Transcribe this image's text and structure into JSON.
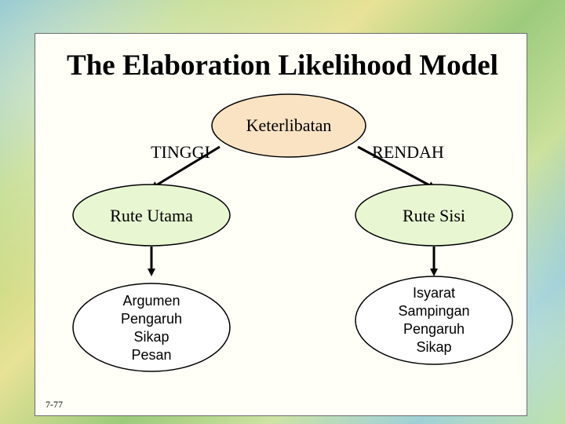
{
  "title": "The Elaboration Likelihood Model",
  "top_node": "Keterlibatan",
  "high_label": "TINGGI",
  "low_label": "RENDAH",
  "left_route": "Rute Utama",
  "right_route": "Rute Sisi",
  "left_outcome": [
    "Argumen",
    "Pengaruh",
    "Sikap",
    "Pesan"
  ],
  "right_outcome": [
    "Isyarat",
    "Sampingan",
    "Pengaruh",
    "Sikap"
  ],
  "slide_number": "7-77",
  "colors": {
    "top_node_fill": "#f9e3c3",
    "route_fill": "#e8f6d2",
    "outcome_fill": "#ffffff",
    "arrow": "#000000"
  }
}
